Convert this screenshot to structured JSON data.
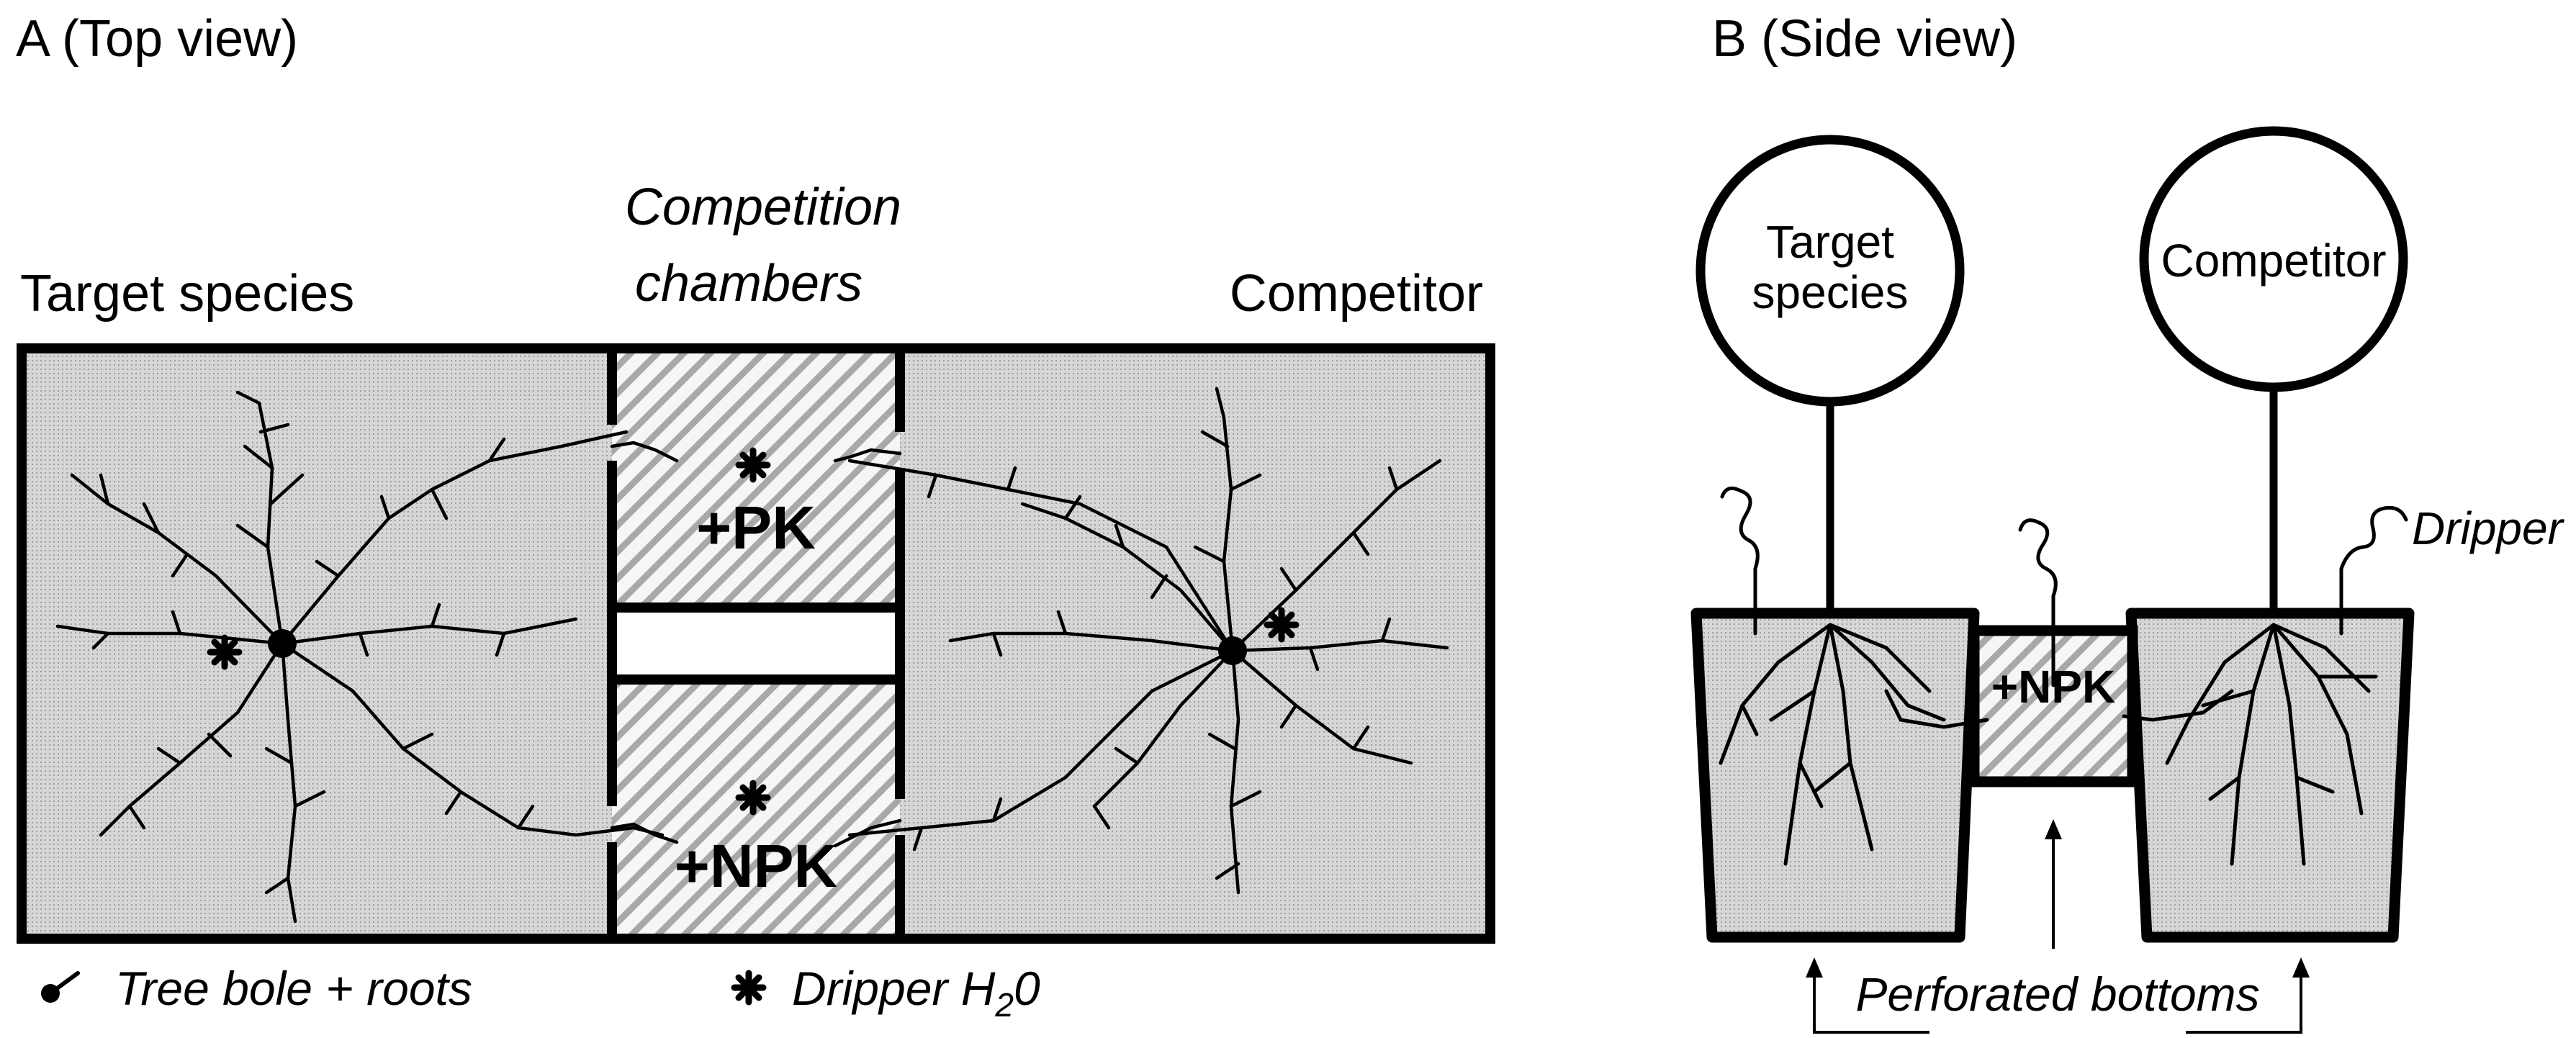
{
  "panel_a": {
    "title": "A (Top view)",
    "target_label": "Target species",
    "chamber_label_line1": "Competition",
    "chamber_label_line2": "chambers",
    "competitor_label": "Competitor",
    "upper_chamber_label": "+PK",
    "lower_chamber_label": "+NPK"
  },
  "legend": {
    "tree_bole_roots": "Tree bole + roots",
    "dripper_prefix": "Dripper H",
    "dripper_subscript": "2",
    "dripper_suffix": "0"
  },
  "panel_b": {
    "title": "B (Side view)",
    "target_label_line1": "Target",
    "target_label_line2": "species",
    "competitor_label": "Competitor",
    "dripper_label": "Dripper",
    "chamber_label": "+NPK",
    "bottoms_label": "Perforated bottoms"
  },
  "colors": {
    "pot_fill": "#d6d6d6",
    "hatch": "#9a9a9a",
    "ink": "#000000",
    "background": "#ffffff"
  }
}
